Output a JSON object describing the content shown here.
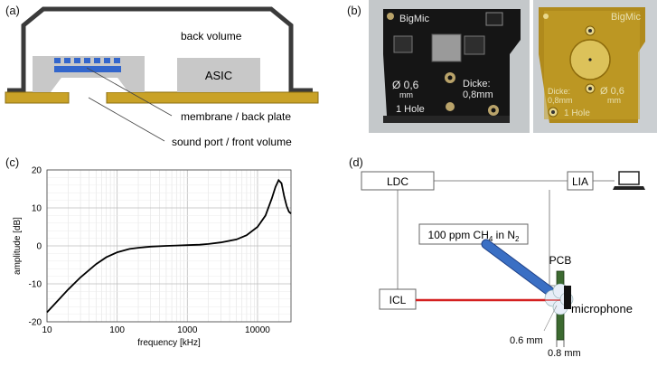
{
  "panel_a": {
    "label": "(a)",
    "back_volume": "back volume",
    "asic": "ASIC",
    "membrane": "membrane / back plate",
    "sound_port": "sound port / front volume"
  },
  "panel_b": {
    "label": "(b)",
    "left_board": {
      "title": "BigMic",
      "diameter": "Ø 0,6",
      "diameter_unit": "mm",
      "thickness_label": "Dicke:",
      "thickness": "0,8mm",
      "holes": "1 Hole"
    },
    "right_board": {
      "title": "BigMic",
      "thickness_label": "Dicke:",
      "thickness": "0,8mm",
      "diameter": "Ø 0,6",
      "diameter_unit": "mm",
      "holes": "1 Hole"
    }
  },
  "panel_c": {
    "label": "(c)",
    "chart_data": {
      "type": "line",
      "title": "",
      "xlabel": "frequency [kHz]",
      "ylabel": "amplitude [dB]",
      "xscale": "log",
      "xlim": [
        10,
        30000
      ],
      "ylim": [
        -20,
        20
      ],
      "grid": true,
      "x_ticks": [
        "10",
        "100",
        "1000",
        "10000"
      ],
      "y_ticks": [
        "-20",
        "-10",
        "0",
        "10",
        "20"
      ],
      "series": [
        {
          "color": "#000000",
          "x": [
            10,
            15,
            20,
            30,
            50,
            70,
            100,
            150,
            200,
            300,
            500,
            700,
            1000,
            1500,
            2000,
            3000,
            5000,
            7000,
            10000,
            13000,
            16000,
            18000,
            20000,
            22000,
            24000,
            26000,
            28000,
            30000
          ],
          "y": [
            -17.5,
            -14.0,
            -11.5,
            -8.3,
            -4.8,
            -3.0,
            -1.7,
            -0.8,
            -0.5,
            -0.2,
            0.0,
            0.1,
            0.2,
            0.3,
            0.5,
            0.9,
            1.7,
            2.8,
            5.0,
            8.0,
            12.5,
            15.5,
            17.3,
            16.5,
            13.0,
            10.5,
            9.0,
            8.5
          ]
        }
      ]
    }
  },
  "panel_d": {
    "label": "(d)",
    "ldc": "LDC",
    "lia": "LIA",
    "gas": "100 ppm CH",
    "gas_sub1": "4",
    "gas_mid": " in N",
    "gas_sub2": "2",
    "pcb": "PCB",
    "icl": "ICL",
    "microphone": "microphone",
    "dim1": "0.6 mm",
    "dim2": "0.8 mm",
    "colors": {
      "laser": "#d42020",
      "gas_tube": "#3a6fc4",
      "pcb": "#3c6a30"
    }
  }
}
